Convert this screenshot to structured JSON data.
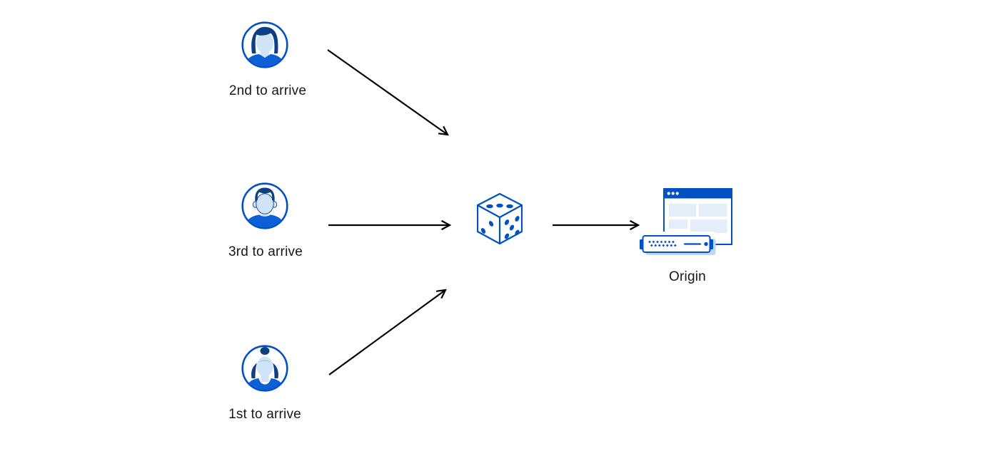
{
  "diagram": {
    "description": "Three visitors routed randomly through a die to an origin server",
    "nodes": [
      {
        "id": "visitor-2nd",
        "label": "2nd to arrive",
        "icon": "user-male-avatar-icon"
      },
      {
        "id": "visitor-3rd",
        "label": "3rd to arrive",
        "icon": "user-male-avatar-icon"
      },
      {
        "id": "visitor-1st",
        "label": "1st to arrive",
        "icon": "user-female-avatar-icon"
      },
      {
        "id": "random-die",
        "label": "",
        "icon": "dice-icon"
      },
      {
        "id": "origin",
        "label": "Origin",
        "icon": "origin-server-icon"
      }
    ],
    "edges": [
      {
        "from": "visitor-2nd",
        "to": "random-die"
      },
      {
        "from": "visitor-3rd",
        "to": "random-die"
      },
      {
        "from": "visitor-1st",
        "to": "random-die"
      },
      {
        "from": "random-die",
        "to": "origin"
      }
    ],
    "colors": {
      "primary_blue": "#0051c3",
      "navy": "#0e3f85",
      "light_blue_fill": "#cfe4f7",
      "shirt_blue": "#0d5fd6",
      "panel_light": "#e3eef8",
      "shadow_light": "#bcd8f3",
      "arrow_black": "#000000",
      "text_color": "#17181a",
      "background": "#ffffff"
    }
  }
}
